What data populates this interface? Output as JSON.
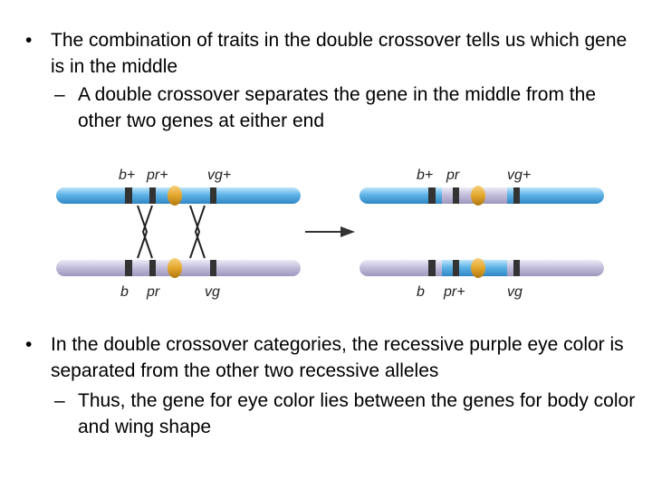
{
  "bullets": [
    {
      "marker": "•",
      "text": "The combination of traits in the double crossover tells us which gene is in the middle",
      "sub": {
        "marker": "–",
        "text": "A double crossover separates the gene in the middle from the other two genes at either end"
      }
    },
    {
      "marker": "•",
      "text": "In the double crossover categories, the recessive purple eye color is separated from the other two recessive alleles",
      "sub": {
        "marker": "–",
        "text": "Thus, the gene for eye color lies between the genes for body color and wing shape"
      }
    }
  ],
  "diagram": {
    "before": {
      "top_labels": [
        "b+",
        "pr+",
        "vg+"
      ],
      "bottom_labels": [
        "b",
        "pr",
        "vg"
      ]
    },
    "after": {
      "top_labels": [
        "b+",
        "pr",
        "vg+"
      ],
      "bottom_labels": [
        "b",
        "pr+",
        "vg"
      ]
    },
    "colors": {
      "blue_chromosome": "#5fb4e6",
      "purple_chromosome": "#c4bfdc",
      "centromere": "#e3a62c",
      "band": "#333333"
    }
  }
}
